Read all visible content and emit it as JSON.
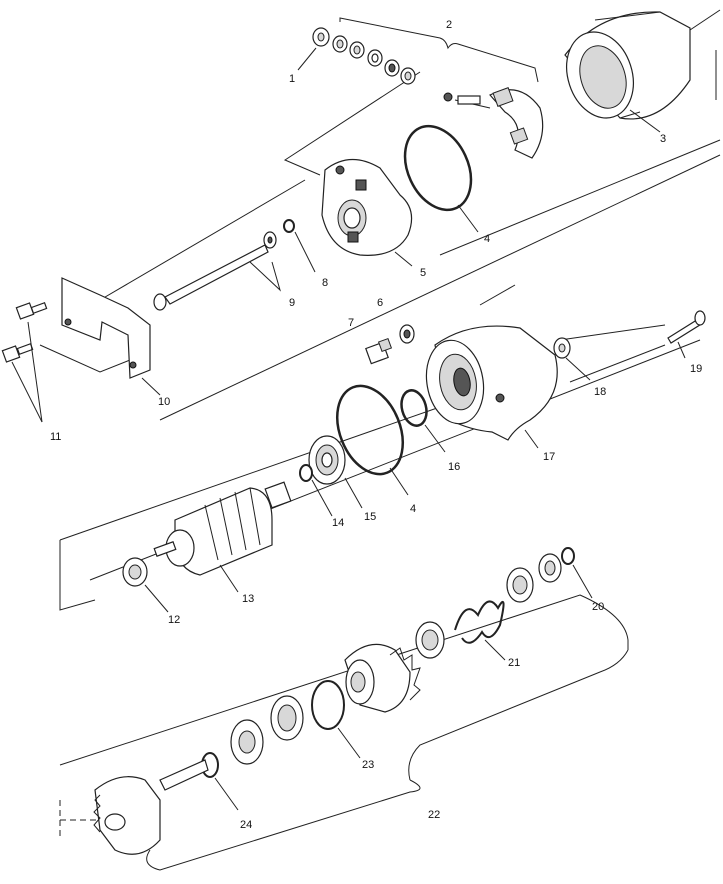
{
  "diagram": {
    "labels": {
      "l1": "1",
      "l2": "2",
      "l3": "3",
      "l4a": "4",
      "l4b": "4",
      "l5": "5",
      "l6": "6",
      "l7": "7",
      "l8": "8",
      "l9": "9",
      "l10": "10",
      "l11": "11",
      "l12": "12",
      "l13": "13",
      "l14": "14",
      "l15": "15",
      "l16": "16",
      "l17": "17",
      "l18": "18",
      "l19": "19",
      "l20": "20",
      "l21": "21",
      "l22": "22",
      "l23": "23",
      "l24": "24"
    }
  }
}
